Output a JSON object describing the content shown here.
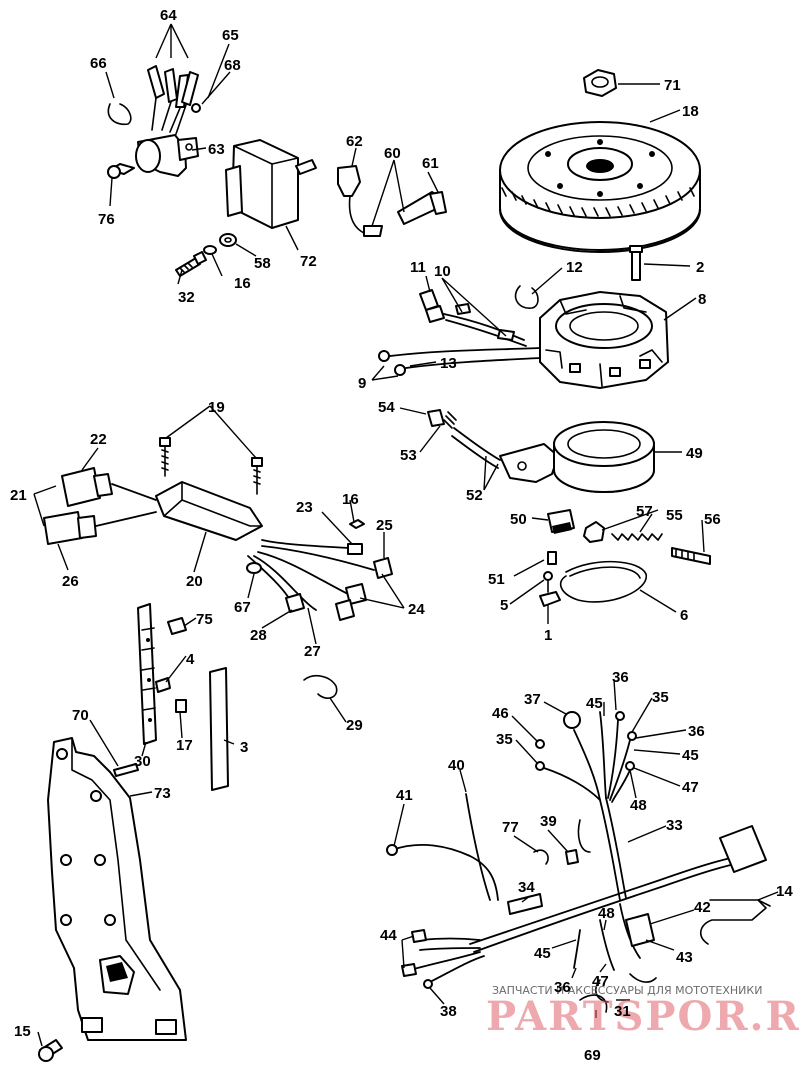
{
  "callouts": [
    {
      "id": "c64",
      "text": "64"
    },
    {
      "id": "c65",
      "text": "65"
    },
    {
      "id": "c66",
      "text": "66"
    },
    {
      "id": "c68",
      "text": "68"
    },
    {
      "id": "c63",
      "text": "63"
    },
    {
      "id": "c76",
      "text": "76"
    },
    {
      "id": "c62",
      "text": "62"
    },
    {
      "id": "c60",
      "text": "60"
    },
    {
      "id": "c61",
      "text": "61"
    },
    {
      "id": "c71",
      "text": "71"
    },
    {
      "id": "c18",
      "text": "18"
    },
    {
      "id": "c58",
      "text": "58"
    },
    {
      "id": "c72",
      "text": "72"
    },
    {
      "id": "c16a",
      "text": "16"
    },
    {
      "id": "c32",
      "text": "32"
    },
    {
      "id": "c11",
      "text": "11"
    },
    {
      "id": "c10",
      "text": "10"
    },
    {
      "id": "c12",
      "text": "12"
    },
    {
      "id": "c2",
      "text": "2"
    },
    {
      "id": "c8",
      "text": "8"
    },
    {
      "id": "c9",
      "text": "9"
    },
    {
      "id": "c13",
      "text": "13"
    },
    {
      "id": "c19",
      "text": "19"
    },
    {
      "id": "c22",
      "text": "22"
    },
    {
      "id": "c21",
      "text": "21"
    },
    {
      "id": "c26",
      "text": "26"
    },
    {
      "id": "c20",
      "text": "20"
    },
    {
      "id": "c23",
      "text": "23"
    },
    {
      "id": "c16b",
      "text": "16"
    },
    {
      "id": "c25",
      "text": "25"
    },
    {
      "id": "c67",
      "text": "67"
    },
    {
      "id": "c28",
      "text": "28"
    },
    {
      "id": "c27",
      "text": "27"
    },
    {
      "id": "c24",
      "text": "24"
    },
    {
      "id": "c54",
      "text": "54"
    },
    {
      "id": "c53",
      "text": "53"
    },
    {
      "id": "c52",
      "text": "52"
    },
    {
      "id": "c49",
      "text": "49"
    },
    {
      "id": "c50",
      "text": "50"
    },
    {
      "id": "c57",
      "text": "57"
    },
    {
      "id": "c55",
      "text": "55"
    },
    {
      "id": "c56",
      "text": "56"
    },
    {
      "id": "c51",
      "text": "51"
    },
    {
      "id": "c5",
      "text": "5"
    },
    {
      "id": "c1",
      "text": "1"
    },
    {
      "id": "c6",
      "text": "6"
    },
    {
      "id": "c75",
      "text": "75"
    },
    {
      "id": "c4",
      "text": "4"
    },
    {
      "id": "c17",
      "text": "17"
    },
    {
      "id": "c3",
      "text": "3"
    },
    {
      "id": "c29",
      "text": "29"
    },
    {
      "id": "c70",
      "text": "70"
    },
    {
      "id": "c30",
      "text": "30"
    },
    {
      "id": "c73",
      "text": "73"
    },
    {
      "id": "c15",
      "text": "15"
    },
    {
      "id": "c37",
      "text": "37"
    },
    {
      "id": "c36a",
      "text": "36"
    },
    {
      "id": "c35a",
      "text": "35"
    },
    {
      "id": "c46",
      "text": "46"
    },
    {
      "id": "c45a",
      "text": "45"
    },
    {
      "id": "c36b",
      "text": "36"
    },
    {
      "id": "c35b",
      "text": "35"
    },
    {
      "id": "c45b",
      "text": "45"
    },
    {
      "id": "c47a",
      "text": "47"
    },
    {
      "id": "c48a",
      "text": "48"
    },
    {
      "id": "c40",
      "text": "40"
    },
    {
      "id": "c41",
      "text": "41"
    },
    {
      "id": "c77",
      "text": "77"
    },
    {
      "id": "c39",
      "text": "39"
    },
    {
      "id": "c33",
      "text": "33"
    },
    {
      "id": "c14",
      "text": "14"
    },
    {
      "id": "c34",
      "text": "34"
    },
    {
      "id": "c48b",
      "text": "48"
    },
    {
      "id": "c42",
      "text": "42"
    },
    {
      "id": "c44",
      "text": "44"
    },
    {
      "id": "c45c",
      "text": "45"
    },
    {
      "id": "c43",
      "text": "43"
    },
    {
      "id": "c36c",
      "text": "36"
    },
    {
      "id": "c47b",
      "text": "47"
    },
    {
      "id": "c38",
      "text": "38"
    },
    {
      "id": "c31",
      "text": "31"
    },
    {
      "id": "c69",
      "text": "69"
    }
  ],
  "watermark": {
    "caption": "ЗАПЧАСТИ И АКСЕССУАРЫ ДЛЯ МОТОТЕХНИКИ",
    "logo": "PARTSPOR.RU",
    "color": "#e0626e"
  }
}
